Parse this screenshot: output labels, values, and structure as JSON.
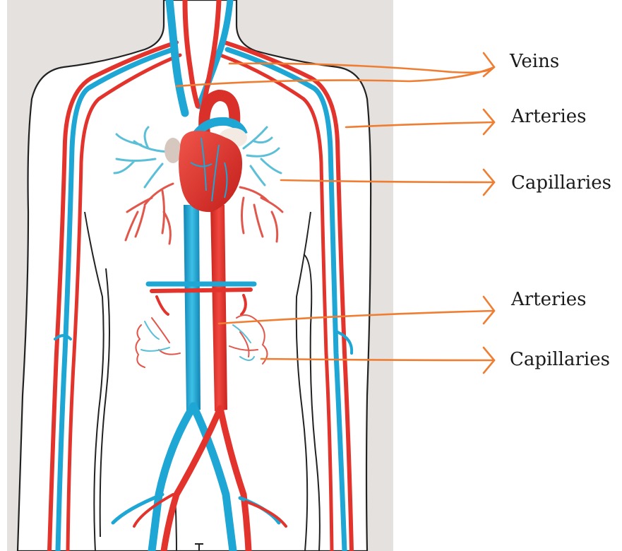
{
  "labels": {
    "veins": "Veins",
    "arteries_upper": "Arteries",
    "capillaries_upper": "Capillaries",
    "arteries_lower": "Arteries",
    "capillaries_lower": "Capillaries"
  },
  "colors": {
    "background_panel": "#e4e1de",
    "artery": "#e2342c",
    "vein": "#1ea6d4",
    "pointer": "#ef7e33",
    "outline": "#222222",
    "lung_capillary_blue": "#5bbfd8",
    "lung_capillary_red": "#e2574c"
  }
}
